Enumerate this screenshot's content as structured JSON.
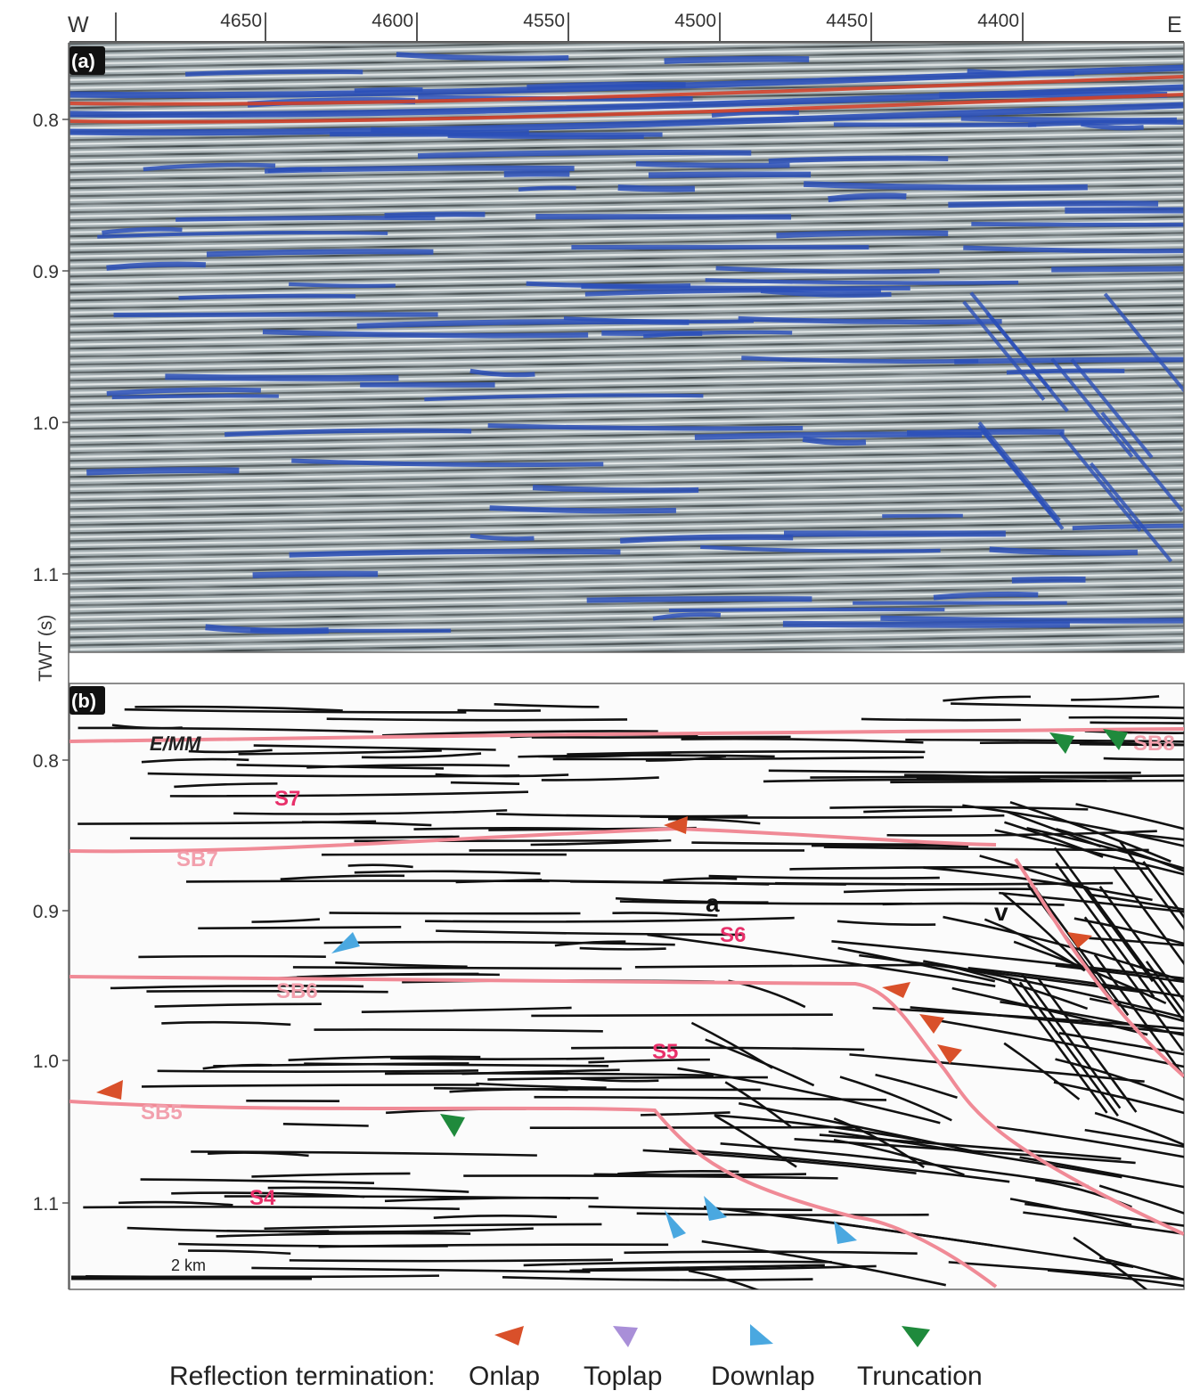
{
  "top_axis": {
    "west_label": "W",
    "east_label": "E",
    "ticks": [
      "4650",
      "4600",
      "4550",
      "4500",
      "4450",
      "4400"
    ]
  },
  "y_axis": {
    "label": "TWT (s)",
    "ticks": [
      "0.8",
      "0.9",
      "1.0",
      "1.1"
    ]
  },
  "panel_a": {
    "label": "(a)"
  },
  "panel_b": {
    "label": "(b)",
    "horizons": {
      "emm": "E/MM",
      "s7": "S7",
      "s6": "S6",
      "s5": "S5",
      "s4": "S4",
      "faint_1": "SB7",
      "faint_2": "SB6",
      "faint_3": "SB5",
      "faint_4": "SB8"
    },
    "feature_a": "a",
    "feature_v": "v",
    "scale_bar": "2 km"
  },
  "legend": {
    "title": "Reflection termination:",
    "items": [
      {
        "label": "Onlap",
        "color": "#d9502a",
        "icon": "onlap-arrow-icon"
      },
      {
        "label": "Toplap",
        "color": "#a98fd8",
        "icon": "toplap-arrow-icon"
      },
      {
        "label": "Downlap",
        "color": "#4aa8e0",
        "icon": "downlap-arrow-icon"
      },
      {
        "label": "Truncation",
        "color": "#1f8a3c",
        "icon": "truncation-arrow-icon"
      }
    ]
  },
  "colors": {
    "seismic_background": "#8e9a9d",
    "blue_reflector": "#2a4fb8",
    "red_reflector": "#d0402a",
    "horizon_pink": "#f08a96",
    "line_black": "#111111"
  }
}
